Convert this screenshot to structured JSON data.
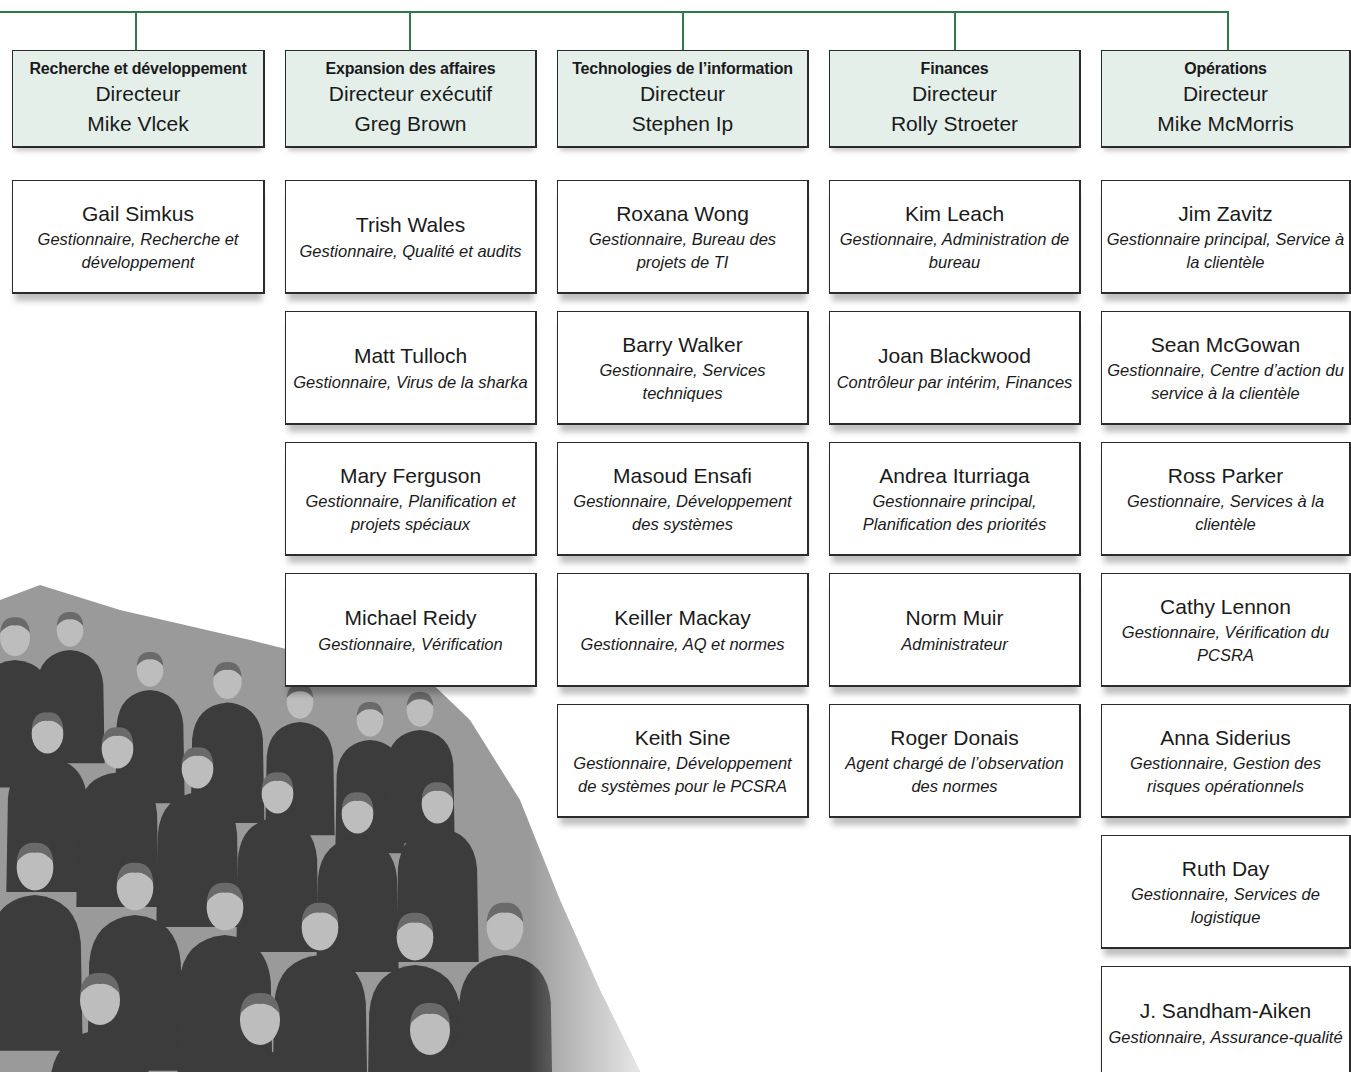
{
  "diagram": {
    "nodes": [
      {
        "text": [
          "Recherche et développement",
          "Directeur",
          "Mike Vlcek"
        ]
      },
      {
        "text": [
          "Gail Simkus",
          "Gestionnaire, Recherche et développement"
        ]
      },
      {
        "text": [
          "Expansion des affaires",
          "Directeur exécutif",
          "Greg Brown"
        ]
      },
      {
        "text": [
          "Trish Wales",
          "Gestionnaire, Qualité et audits"
        ]
      },
      {
        "text": [
          "Matt Tulloch",
          "Gestionnaire, Virus de la sharka"
        ]
      },
      {
        "text": [
          "Mary Ferguson",
          "Gestionnaire, Planification et projets spéciaux"
        ]
      },
      {
        "text": [
          "Michael Reidy",
          "Gestionnaire, Vérification"
        ]
      },
      {
        "text": [
          "Technologies de l’information",
          "Directeur",
          "Stephen Ip"
        ]
      },
      {
        "text": [
          "Roxana Wong",
          "Gestionnaire, Bureau des projets de TI"
        ]
      },
      {
        "text": [
          "Barry Walker",
          "Gestionnaire, Services techniques"
        ]
      },
      {
        "text": [
          "Masoud Ensafi",
          "Gestionnaire, Développement des systèmes"
        ]
      },
      {
        "text": [
          "Keiller Mackay",
          "Gestionnaire, AQ et normes"
        ]
      },
      {
        "text": [
          "Keith Sine",
          "Gestionnaire, Développement de systèmes pour le PCSRA"
        ]
      },
      {
        "text": [
          "Finances",
          "Directeur",
          "Rolly Stroeter"
        ]
      },
      {
        "text": [
          "Kim Leach",
          "Gestionnaire, Administration de bureau"
        ]
      },
      {
        "text": [
          "Joan Blackwood",
          "Contrôleur par intérim, Finances"
        ]
      },
      {
        "text": [
          "Andrea Iturriaga",
          "Gestionnaire principal, Planification des priorités"
        ]
      },
      {
        "text": [
          "Norm Muir",
          "Administrateur"
        ]
      },
      {
        "text": [
          "Roger Donais",
          "Agent chargé de l’observation des normes"
        ]
      },
      {
        "text": [
          "Opérations",
          "Directeur",
          "Mike McMorris"
        ]
      },
      {
        "text": [
          "Jim Zavitz",
          "Gestionnaire principal, Service à la clientèle"
        ]
      },
      {
        "text": [
          "Sean McGowan",
          "Gestionnaire, Centre d’action du service à la clientèle"
        ]
      },
      {
        "text": [
          "Ross Parker",
          "Gestionnaire, Services à la clientèle"
        ]
      },
      {
        "text": [
          "Cathy Lennon",
          "Gestionnaire, Vérification du PCSRA"
        ]
      },
      {
        "text": [
          "Anna Siderius",
          "Gestionnaire, Gestion des risques opérationnels"
        ]
      },
      {
        "text": [
          "Ruth Day",
          "Gestionnaire, Services de logistique"
        ]
      },
      {
        "text": [
          "J. Sandham-Aiken",
          "Gestionnaire, Assurance-qualité"
        ]
      }
    ]
  }
}
